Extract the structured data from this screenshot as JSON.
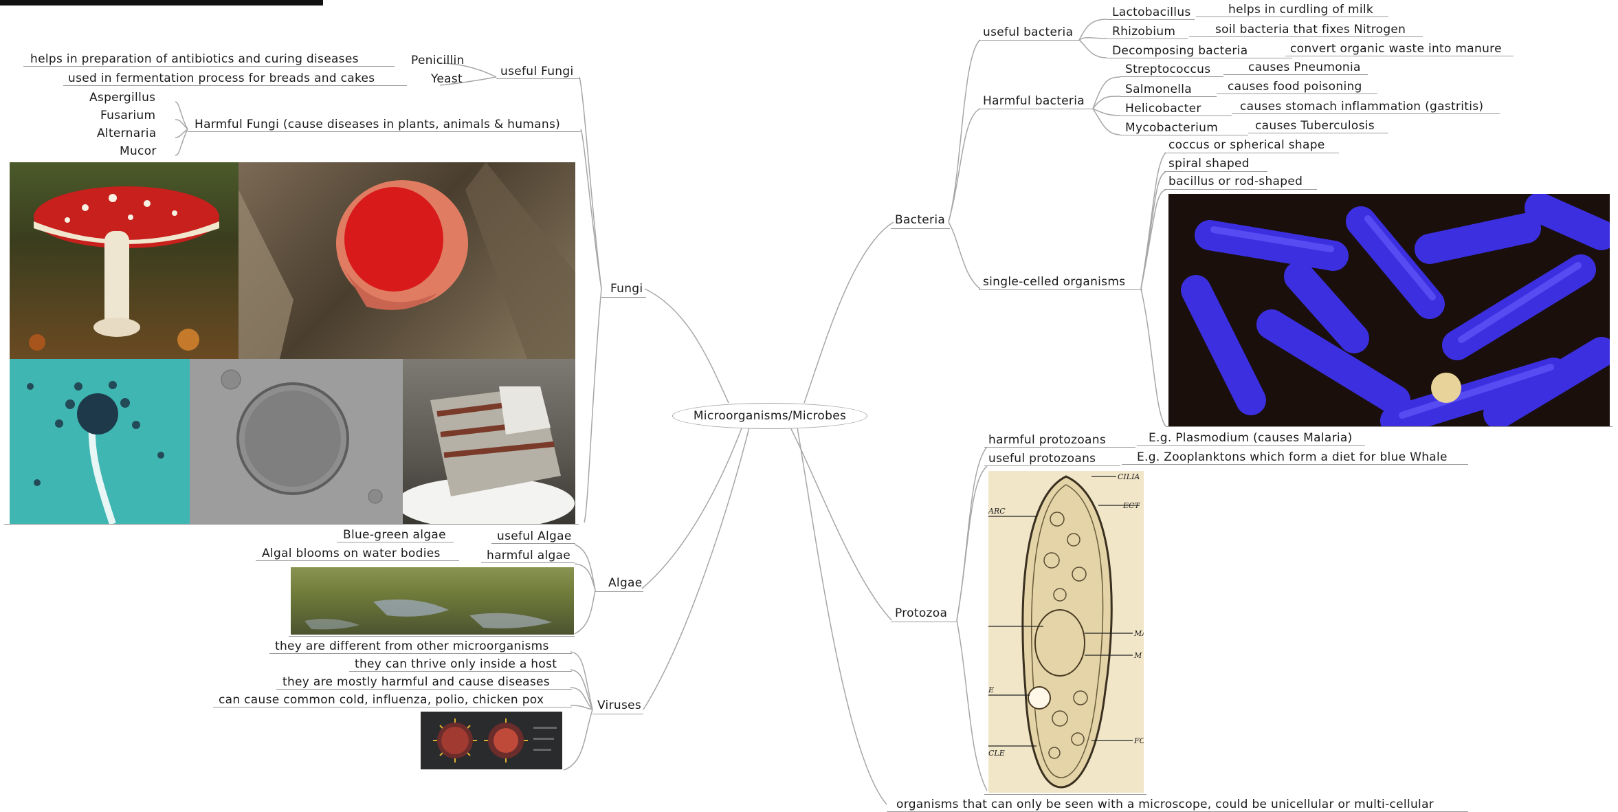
{
  "center": "Microorganisms/Microbes",
  "branches": {
    "fungi": {
      "label": "Fungi",
      "useful": {
        "label": "useful Fungi",
        "items": [
          {
            "name": "Penicillin",
            "desc": "helps in preparation of antibiotics and curing diseases"
          },
          {
            "name": "Yeast",
            "desc": "used in fermentation process for breads and cakes"
          }
        ]
      },
      "harmful": {
        "label": "Harmful Fungi (cause diseases in plants, animals & humans)",
        "items": [
          "Aspergillus",
          "Fusarium",
          "Alternaria",
          "Mucor"
        ]
      }
    },
    "algae": {
      "label": "Algae",
      "useful": {
        "label": "useful Algae",
        "desc": "Blue-green algae"
      },
      "harmful": {
        "label": "harmful algae",
        "desc": "Algal blooms on water bodies"
      }
    },
    "viruses": {
      "label": "Viruses",
      "facts": [
        "they are different from other microorganisms",
        "they can thrive only inside a host",
        "they are mostly harmful and cause diseases",
        "can cause common cold, influenza, polio, chicken pox"
      ]
    },
    "bacteria": {
      "label": "Bacteria",
      "useful": {
        "label": "useful bacteria",
        "items": [
          {
            "name": "Lactobacillus",
            "desc": "helps in curdling of milk"
          },
          {
            "name": "Rhizobium",
            "desc": "soil bacteria that fixes Nitrogen"
          },
          {
            "name": "Decomposing bacteria",
            "desc": "convert organic waste into manure"
          }
        ]
      },
      "harmful": {
        "label": "Harmful bacteria",
        "items": [
          {
            "name": "Streptococcus",
            "desc": "causes Pneumonia"
          },
          {
            "name": "Salmonella",
            "desc": "causes food poisoning"
          },
          {
            "name": "Helicobacter",
            "desc": "causes stomach inflammation (gastritis)"
          },
          {
            "name": "Mycobacterium",
            "desc": "causes Tuberculosis"
          }
        ]
      },
      "single": {
        "label": "single-celled organisms",
        "shapes": [
          "coccus or spherical shape",
          "spiral shaped",
          "bacillus or rod-shaped"
        ]
      }
    },
    "protozoa": {
      "label": "Protozoa",
      "harmful": {
        "label": "harmful protozoans",
        "desc": "E.g. Plasmodium (causes Malaria)"
      },
      "useful": {
        "label": "useful protozoans",
        "desc": "E.g. Zooplanktons which form a diet for blue Whale"
      },
      "diagram_labels": [
        "CILIA",
        "ECT",
        "ARC",
        "MA",
        "M",
        "FO",
        "CLE",
        "E"
      ]
    },
    "definition": "organisms that can only be seen with a microscope, could be unicellular or multi-cellular"
  },
  "colors": {
    "line": "#a6a6a6",
    "underline": "#9a9a9a",
    "bacteria_blue": "#3b2fe0",
    "algae_green": "#6f7b3a",
    "mushroom_red": "#c8201c",
    "cyan_culture": "#3fb6b2"
  }
}
